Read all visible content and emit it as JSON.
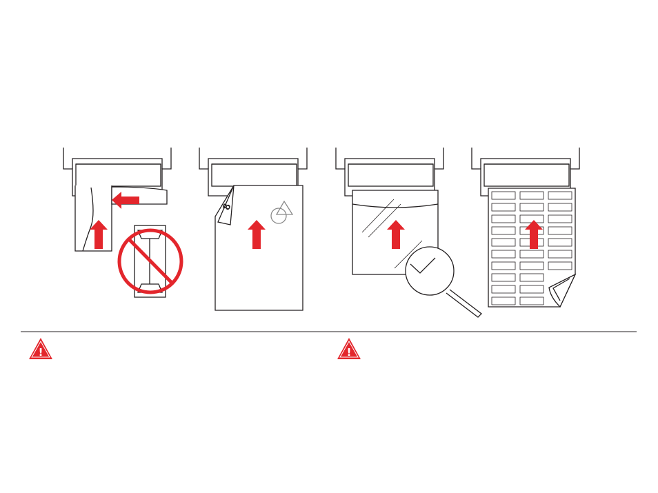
{
  "panels": [
    {
      "id": "envelope",
      "icon": "envelope-feed-icon",
      "prohibited_icon": "prohibited-envelope-icon"
    },
    {
      "id": "letterhead",
      "icon": "preprinted-paper-icon",
      "page_number_glyph": "8"
    },
    {
      "id": "transparency",
      "icon": "transparency-magnifier-icon"
    },
    {
      "id": "labels",
      "icon": "label-sheet-icon"
    }
  ],
  "colors": {
    "arrow": "#e3262c",
    "warning": "#e3262c",
    "line": "#231f20",
    "background": "#ffffff"
  },
  "warnings": [
    {
      "icon": "warning-triangle-icon",
      "glyph": "!"
    },
    {
      "icon": "warning-triangle-icon",
      "glyph": "!"
    }
  ]
}
